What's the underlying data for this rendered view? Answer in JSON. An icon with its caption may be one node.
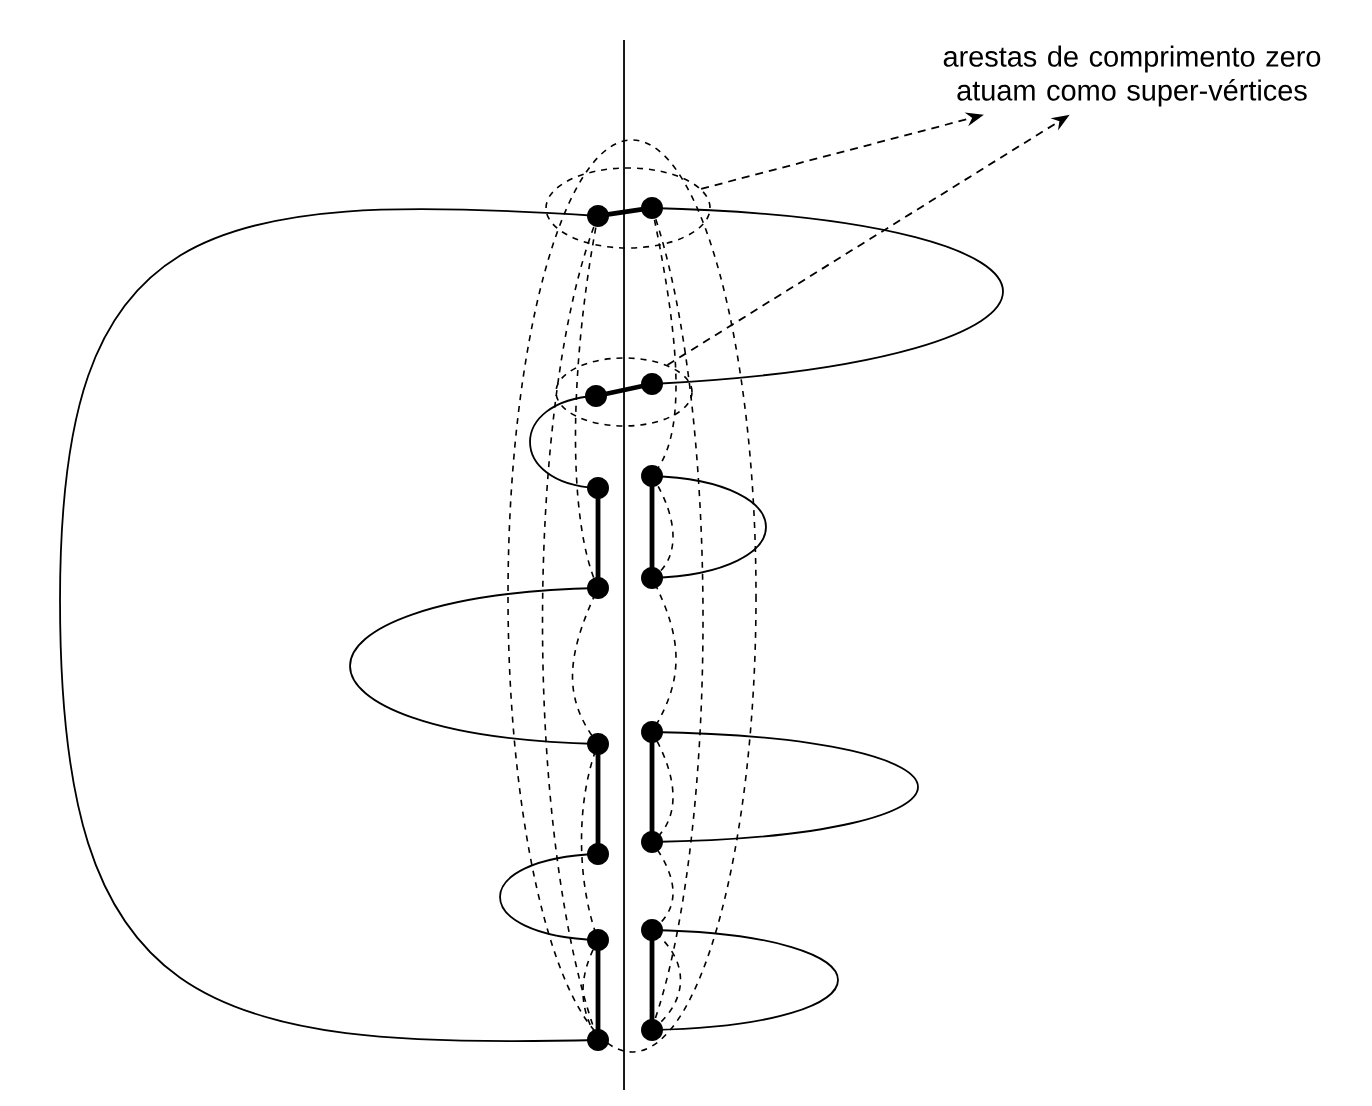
{
  "diagram": {
    "nodes": [
      {
        "text": [
          "arestas de comprimento zero atuam como super-vértices"
        ]
      },
      {
        "text": [],
        "shape": "ellipse"
      },
      {
        "text": [],
        "shape": "ellipse"
      }
    ],
    "edges": [
      {
        "from": 1,
        "to": 0,
        "arrow": "to",
        "style": "dashed"
      },
      {
        "from": 2,
        "to": 0,
        "arrow": "to",
        "style": "dashed"
      }
    ]
  }
}
